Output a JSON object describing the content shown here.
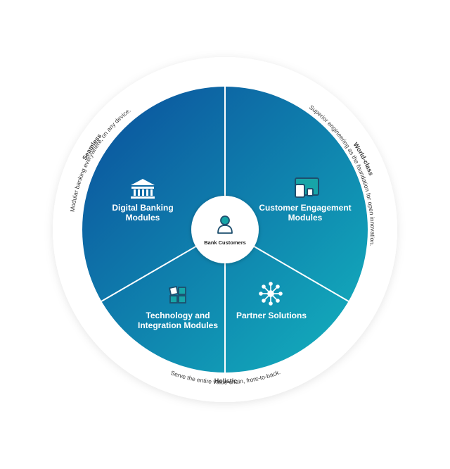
{
  "center": {
    "label": "Bank Customers"
  },
  "segments": [
    {
      "id": "digital",
      "lines": [
        "Digital Banking",
        "Modules"
      ],
      "icon": "bank-icon"
    },
    {
      "id": "engagement",
      "lines": [
        "Customer Engagement",
        "Modules"
      ],
      "icon": "devices-icon"
    },
    {
      "id": "partner",
      "lines": [
        "Partner Solutions"
      ],
      "icon": "network-icon"
    },
    {
      "id": "technology",
      "lines": [
        "Technology and",
        "Integration Modules"
      ],
      "icon": "blocks-icon"
    }
  ],
  "ring": {
    "seamless": {
      "title": "Seamless",
      "text": "Modular banking everywhere, on any device."
    },
    "worldclass": {
      "title": "World-class",
      "text": "Superior engineering as the foundation for open innovation."
    },
    "holistic": {
      "title": "Holistic",
      "text": "Serve the entire value chain, front-to-back."
    }
  },
  "colors": {
    "gradient_start": "#0B4E9C",
    "gradient_end": "#13B3BE",
    "divider": "#FFFFFF",
    "outer_ring": "#FFFFFF",
    "ring_text": "#3A3A3A",
    "center_text": "#1E1E1E",
    "icon_dark": "#1D4F6E",
    "icon_teal": "#17A5A8"
  }
}
